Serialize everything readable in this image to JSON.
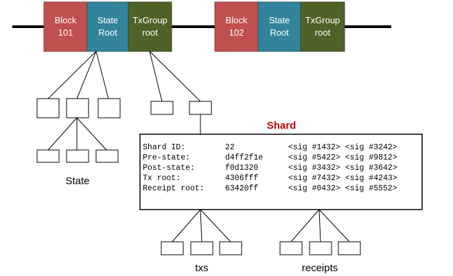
{
  "chain": {
    "blocks": [
      {
        "block_label": [
          "Block",
          "101"
        ],
        "state_label": [
          "State",
          "Root"
        ],
        "tx_label": [
          "TxGroup",
          "root"
        ]
      },
      {
        "block_label": [
          "Block",
          "102"
        ],
        "state_label": [
          "State",
          "Root"
        ],
        "tx_label": [
          "TxGroup",
          "root"
        ]
      }
    ]
  },
  "labels": {
    "state": "State",
    "shard": "Shard",
    "txs": "txs",
    "receipts": "receipts"
  },
  "shard": {
    "rows": [
      {
        "field": "Shard ID:",
        "value": "22",
        "sigs": "<sig #1432> <sig #3242>"
      },
      {
        "field": "Pre-state:",
        "value": "d4ff2f1e",
        "sigs": "<sig #5422> <sig #9812>"
      },
      {
        "field": "Post-state:",
        "value": "f0d1320",
        "sigs": "<sig #3432> <sig #3642>"
      },
      {
        "field": "Tx root:",
        "value": "4306fff",
        "sigs": "<sig #7432> <sig #4243>"
      },
      {
        "field": "Receipt root:",
        "value": "63420ff",
        "sigs": "<sig #0432> <sig #5552>"
      }
    ]
  },
  "colors": {
    "block": "#c0504d",
    "state_root": "#31849b",
    "txgroup_root": "#4f6228",
    "shard_title": "#c00000",
    "line": "#000000"
  }
}
